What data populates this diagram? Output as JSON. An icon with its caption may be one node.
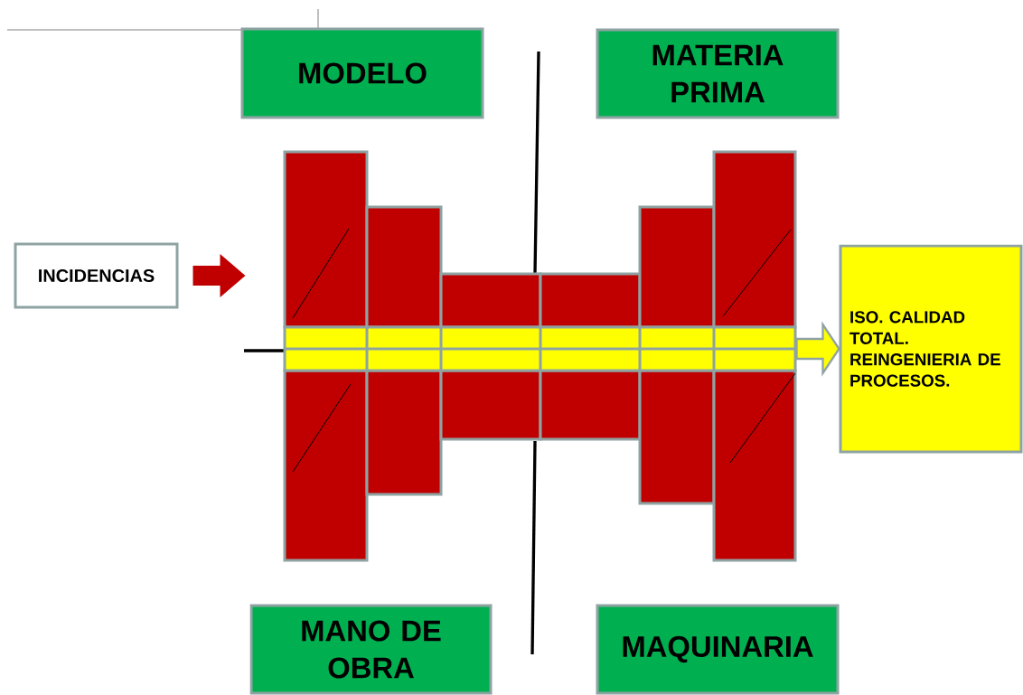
{
  "diagram": {
    "nodes": [
      {
        "text": [
          "INCIDENCIAS"
        ]
      },
      {
        "text": [
          "MODELO"
        ]
      },
      {
        "text": [
          "MATERIA PRIMA"
        ]
      },
      {
        "text": [
          "MANO DE OBRA"
        ]
      },
      {
        "text": [
          "MAQUINARIA"
        ]
      },
      {
        "text": [
          "ISO. CALIDAD TOTAL. REINGENIERIA DE PROCESOS."
        ]
      },
      {
        "text": [],
        "shape": "bar"
      }
    ],
    "edges": [
      {
        "from": 0,
        "to": null,
        "arrow": "to",
        "color": "#c00000"
      },
      {
        "from": 6,
        "to": 5,
        "arrow": "to"
      }
    ]
  }
}
